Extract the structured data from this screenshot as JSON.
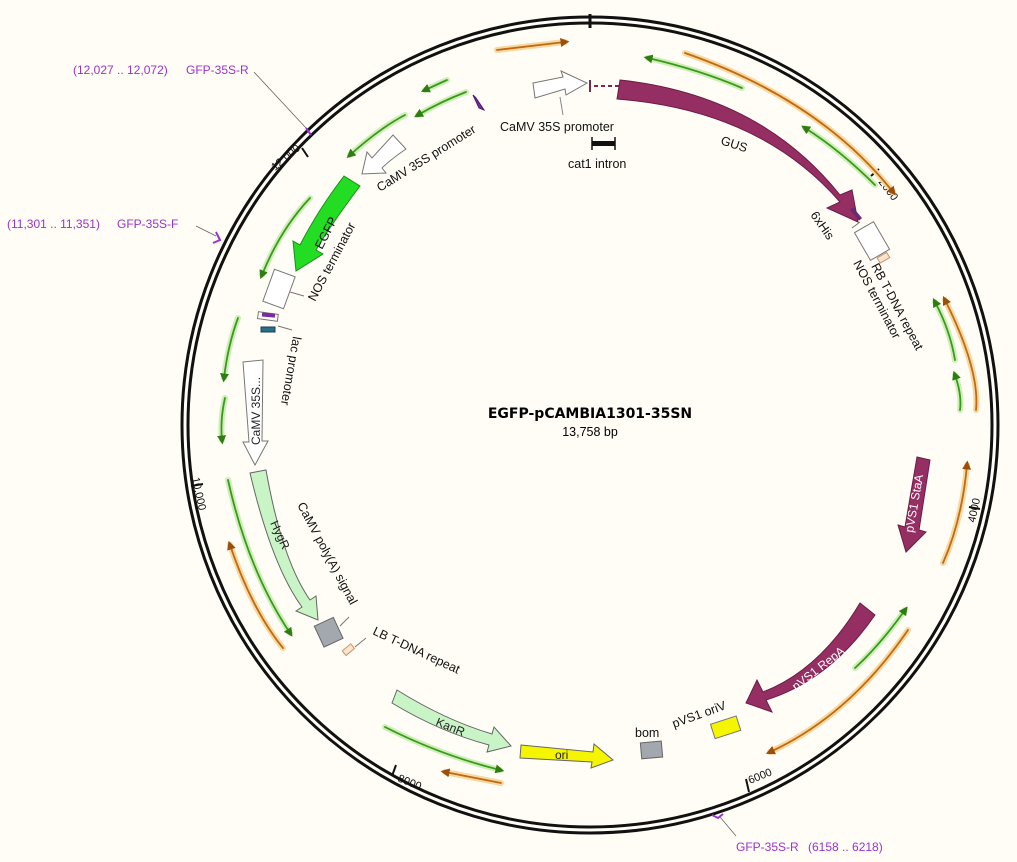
{
  "plasmid": {
    "name": "EGFP-pCAMBIA1301-35SN",
    "length": "13,758 bp"
  },
  "ticks": [
    "2000",
    "4000",
    "6000",
    "8000",
    "10,000",
    "12,000"
  ],
  "features": {
    "camv35s_top": "CaMV 35S promoter",
    "cat1": "cat1 intron",
    "gus": "GUS",
    "his": "6xHis",
    "rb": "RB T-DNA repeat",
    "nos_right": "NOS terminator",
    "stat": "pVS1 StaA",
    "repa": "pVS1 RepA",
    "oriv": "pVS1 oriV",
    "bom": "bom",
    "ori": "ori",
    "kanr": "KanR",
    "lb": "LB T-DNA repeat",
    "polya": "CaMV poly(A) signal",
    "hygr": "HygR",
    "camv_short": "CaMV 35S...",
    "lac": "lac promoter",
    "nos_left": "NOS terminator",
    "egfp": "EGFP",
    "camv35s_left": "CaMV 35S promoter"
  },
  "primers": {
    "p1": {
      "name": "GFP-35S-R",
      "range": "(12,027 .. 12,072)"
    },
    "p2": {
      "name": "GFP-35S-F",
      "range": "(11,301 .. 11,351)"
    },
    "p3": {
      "name": "GFP-35S-R",
      "range": "(6158 .. 6218)"
    }
  },
  "colors": {
    "background": "#fffdf6",
    "gus": "#952e63",
    "egfp": "#22dd22",
    "resistance": "#c9f4c6",
    "ori": "#f5f500",
    "bom": "#a3a8ae",
    "orf_green": "#3a9a1a",
    "orf_orange": "#c06a12",
    "primer": "#9933cc"
  }
}
